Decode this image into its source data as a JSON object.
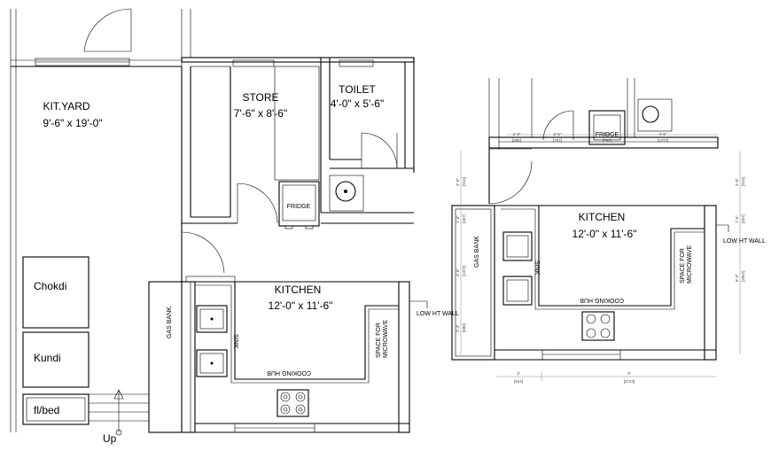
{
  "plan1": {
    "kit_yard": {
      "name": "KIT.YARD",
      "size": "9'-6\" x 19'-0\""
    },
    "store": {
      "name": "STORE",
      "size": "7'-6\" x 8'-6\""
    },
    "toilet": {
      "name": "TOILET",
      "size": "4'-0\" x 5'-6\""
    },
    "kitchen": {
      "name": "KITCHEN",
      "size": "12'-0\" x 11'-6\""
    },
    "fridge": "FRIDGE",
    "gas_bank": "GAS BANK",
    "sink": "SINK",
    "cooking_hub": "COOKING HUB",
    "space_for": "SPACE FOR",
    "microwave": "MICROWAVE",
    "low_ht_wall": "LOW HT WALL",
    "chokdi": "Chokdi",
    "kundi": "Kundi",
    "fl_bed": "fl/bed",
    "up": "Up"
  },
  "plan2": {
    "kitchen": {
      "name": "KITCHEN",
      "size": "12'-0\" x 11'-6\""
    },
    "fridge": "FRIDGE",
    "gas_bank": "GAS BANK",
    "sink": "SINK",
    "cooking_hub": "COOKING HUB",
    "space_for": "SPACE FOR",
    "microwave": "MICROWAVE",
    "low_ht_wall": "LOW HT WALL",
    "dims_top": [
      "2'-3\"",
      "[686]",
      "2'-6\"",
      "[762]",
      "2'-6\"",
      "[762]",
      "4'-6\"",
      "[1372]"
    ],
    "dims_left": [
      "3'-0\"",
      "[914]",
      "1'-6\"",
      "[457]",
      "4'-6\"",
      "[1372]",
      "2'-3\"",
      "[686]"
    ],
    "dims_right": [
      "3'-0\"",
      "[914]",
      "1'-6\"",
      "[457]",
      "6'-9\"",
      "[2057]"
    ],
    "dims_bottom": [
      "3'",
      "[914]",
      "9'",
      "[2743]"
    ]
  }
}
